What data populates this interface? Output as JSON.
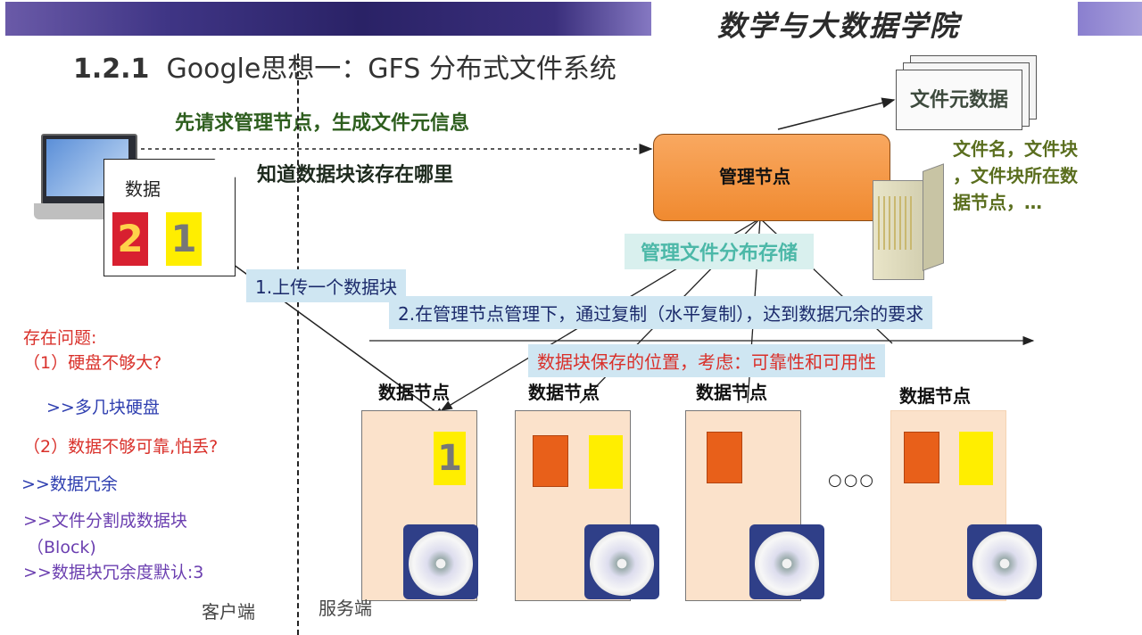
{
  "header": {
    "college": "数学与大数据学院",
    "title_number": "1.2.1",
    "title_text": "Google思想一：GFS 分布式文件系统"
  },
  "flow": {
    "step_request": "先请求管理节点，生成文件元信息",
    "step_know": "知道数据块该存在哪里",
    "upload": "1.上传一个数据块",
    "replicate": "2.在管理节点管理下，通过复制（水平复制），达到数据冗余的要求",
    "placement": "数据块保存的位置，考虑：可靠性和可用性"
  },
  "client": {
    "data_label": "数据",
    "block2": "2",
    "block1": "1",
    "label": "客户端"
  },
  "server": {
    "label": "服务端",
    "master": "管理节点",
    "manage_storage": "管理文件分布存储",
    "metadata": "文件元数据",
    "metadata_desc": [
      "文件名，文件块",
      "，文件块所在数",
      "据节点，…"
    ],
    "data_node": "数据节点",
    "node_block": "1",
    "ellipsis": "○○○"
  },
  "issues": {
    "heading": "存在问题:",
    "q1": "（1）硬盘不够大?",
    "a1": ">>多几块硬盘",
    "q2": "（2）数据不够可靠,怕丢?",
    "a2": ">>数据冗余",
    "a3": ">>文件分割成数据块",
    "a3b": "（Block)",
    "a4": ">>数据块冗余度默认:3"
  },
  "colors": {
    "master_fill": "#f79a4a",
    "node_fill": "#fbe2cb",
    "block_orange": "#e8601a",
    "block_yellow": "#ffee00",
    "label_bg": "#cfe6f2"
  }
}
